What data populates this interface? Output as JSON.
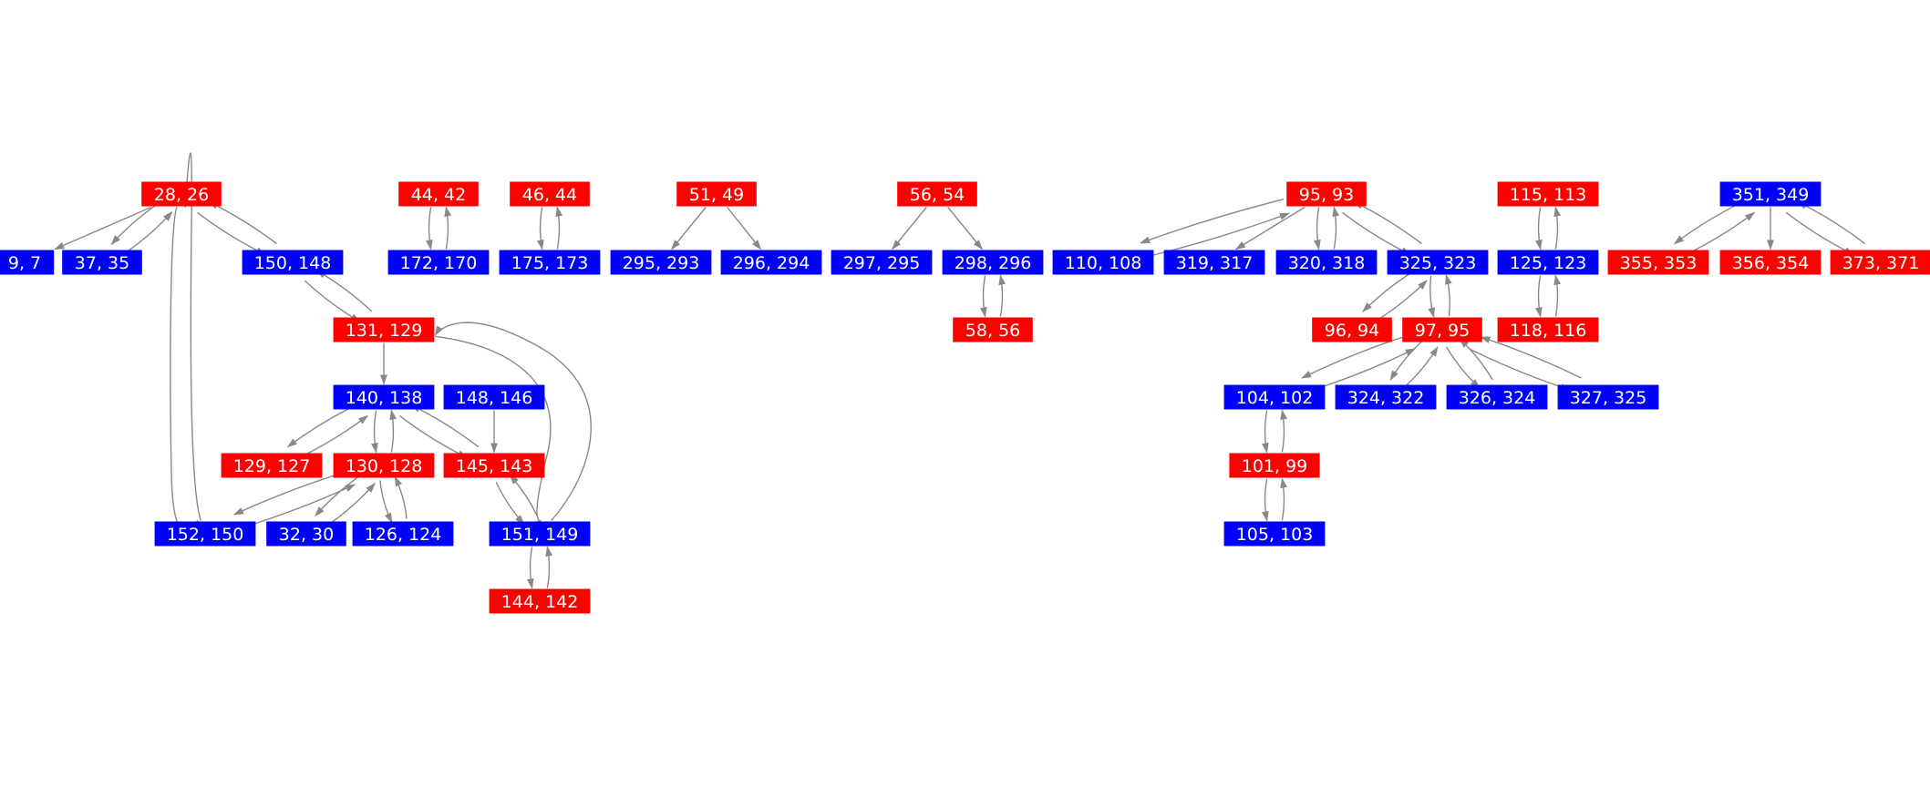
{
  "colors": {
    "red": "#ff0000",
    "blue": "#0000ff",
    "edge": "#888888",
    "label": "#ffffff"
  },
  "nodes": [
    {
      "id": "n28_26",
      "label": "28, 26",
      "color": "red"
    },
    {
      "id": "n9_7",
      "label": "9, 7",
      "color": "blue"
    },
    {
      "id": "n37_35",
      "label": "37, 35",
      "color": "blue"
    },
    {
      "id": "n150_148",
      "label": "150, 148",
      "color": "blue"
    },
    {
      "id": "n131_129",
      "label": "131, 129",
      "color": "red"
    },
    {
      "id": "n140_138",
      "label": "140, 138",
      "color": "blue"
    },
    {
      "id": "n148_146",
      "label": "148, 146",
      "color": "blue"
    },
    {
      "id": "n129_127",
      "label": "129, 127",
      "color": "red"
    },
    {
      "id": "n130_128",
      "label": "130, 128",
      "color": "red"
    },
    {
      "id": "n145_143",
      "label": "145, 143",
      "color": "red"
    },
    {
      "id": "n152_150",
      "label": "152, 150",
      "color": "blue"
    },
    {
      "id": "n32_30",
      "label": "32, 30",
      "color": "blue"
    },
    {
      "id": "n126_124",
      "label": "126, 124",
      "color": "blue"
    },
    {
      "id": "n151_149",
      "label": "151, 149",
      "color": "blue"
    },
    {
      "id": "n144_142",
      "label": "144, 142",
      "color": "red"
    },
    {
      "id": "n44_42",
      "label": "44, 42",
      "color": "red"
    },
    {
      "id": "n172_170",
      "label": "172, 170",
      "color": "blue"
    },
    {
      "id": "n46_44",
      "label": "46, 44",
      "color": "red"
    },
    {
      "id": "n175_173",
      "label": "175, 173",
      "color": "blue"
    },
    {
      "id": "n51_49",
      "label": "51, 49",
      "color": "red"
    },
    {
      "id": "n295_293",
      "label": "295, 293",
      "color": "blue"
    },
    {
      "id": "n296_294",
      "label": "296, 294",
      "color": "blue"
    },
    {
      "id": "n56_54",
      "label": "56, 54",
      "color": "red"
    },
    {
      "id": "n297_295",
      "label": "297, 295",
      "color": "blue"
    },
    {
      "id": "n298_296",
      "label": "298, 296",
      "color": "blue"
    },
    {
      "id": "n58_56",
      "label": "58, 56",
      "color": "red"
    },
    {
      "id": "n95_93",
      "label": "95, 93",
      "color": "red"
    },
    {
      "id": "n110_108",
      "label": "110, 108",
      "color": "blue"
    },
    {
      "id": "n319_317",
      "label": "319, 317",
      "color": "blue"
    },
    {
      "id": "n320_318",
      "label": "320, 318",
      "color": "blue"
    },
    {
      "id": "n325_323",
      "label": "325, 323",
      "color": "blue"
    },
    {
      "id": "n96_94",
      "label": "96, 94",
      "color": "red"
    },
    {
      "id": "n97_95",
      "label": "97, 95",
      "color": "red"
    },
    {
      "id": "n104_102",
      "label": "104, 102",
      "color": "blue"
    },
    {
      "id": "n324_322",
      "label": "324, 322",
      "color": "blue"
    },
    {
      "id": "n326_324",
      "label": "326, 324",
      "color": "blue"
    },
    {
      "id": "n327_325",
      "label": "327, 325",
      "color": "blue"
    },
    {
      "id": "n101_99",
      "label": "101, 99",
      "color": "red"
    },
    {
      "id": "n105_103",
      "label": "105, 103",
      "color": "blue"
    },
    {
      "id": "n115_113",
      "label": "115, 113",
      "color": "red"
    },
    {
      "id": "n125_123",
      "label": "125, 123",
      "color": "blue"
    },
    {
      "id": "n118_116",
      "label": "118, 116",
      "color": "red"
    },
    {
      "id": "n351_349",
      "label": "351, 349",
      "color": "blue"
    },
    {
      "id": "n355_353",
      "label": "355, 353",
      "color": "red"
    },
    {
      "id": "n356_354",
      "label": "356, 354",
      "color": "red"
    },
    {
      "id": "n373_371",
      "label": "373, 371",
      "color": "red"
    }
  ],
  "edges": [
    [
      "n28_26",
      "n9_7"
    ],
    [
      "n28_26",
      "n37_35"
    ],
    [
      "n37_35",
      "n28_26"
    ],
    [
      "n28_26",
      "n150_148"
    ],
    [
      "n150_148",
      "n28_26"
    ],
    [
      "n28_26",
      "n152_150"
    ],
    [
      "n152_150",
      "n28_26"
    ],
    [
      "n150_148",
      "n131_129"
    ],
    [
      "n131_129",
      "n150_148"
    ],
    [
      "n131_129",
      "n140_138"
    ],
    [
      "n131_129",
      "n151_149"
    ],
    [
      "n151_149",
      "n131_129"
    ],
    [
      "n140_138",
      "n129_127"
    ],
    [
      "n129_127",
      "n140_138"
    ],
    [
      "n140_138",
      "n130_128"
    ],
    [
      "n130_128",
      "n140_138"
    ],
    [
      "n140_138",
      "n145_143"
    ],
    [
      "n145_143",
      "n140_138"
    ],
    [
      "n148_146",
      "n145_143"
    ],
    [
      "n130_128",
      "n152_150"
    ],
    [
      "n152_150",
      "n130_128"
    ],
    [
      "n130_128",
      "n32_30"
    ],
    [
      "n32_30",
      "n130_128"
    ],
    [
      "n130_128",
      "n126_124"
    ],
    [
      "n126_124",
      "n130_128"
    ],
    [
      "n145_143",
      "n151_149"
    ],
    [
      "n151_149",
      "n145_143"
    ],
    [
      "n151_149",
      "n144_142"
    ],
    [
      "n144_142",
      "n151_149"
    ],
    [
      "n44_42",
      "n172_170"
    ],
    [
      "n172_170",
      "n44_42"
    ],
    [
      "n46_44",
      "n175_173"
    ],
    [
      "n175_173",
      "n46_44"
    ],
    [
      "n51_49",
      "n295_293"
    ],
    [
      "n51_49",
      "n296_294"
    ],
    [
      "n56_54",
      "n297_295"
    ],
    [
      "n56_54",
      "n298_296"
    ],
    [
      "n298_296",
      "n58_56"
    ],
    [
      "n58_56",
      "n298_296"
    ],
    [
      "n95_93",
      "n110_108"
    ],
    [
      "n110_108",
      "n95_93"
    ],
    [
      "n95_93",
      "n319_317"
    ],
    [
      "n95_93",
      "n320_318"
    ],
    [
      "n320_318",
      "n95_93"
    ],
    [
      "n95_93",
      "n325_323"
    ],
    [
      "n325_323",
      "n95_93"
    ],
    [
      "n325_323",
      "n96_94"
    ],
    [
      "n96_94",
      "n325_323"
    ],
    [
      "n325_323",
      "n97_95"
    ],
    [
      "n97_95",
      "n325_323"
    ],
    [
      "n97_95",
      "n104_102"
    ],
    [
      "n104_102",
      "n97_95"
    ],
    [
      "n97_95",
      "n324_322"
    ],
    [
      "n324_322",
      "n97_95"
    ],
    [
      "n97_95",
      "n326_324"
    ],
    [
      "n326_324",
      "n97_95"
    ],
    [
      "n97_95",
      "n327_325"
    ],
    [
      "n327_325",
      "n97_95"
    ],
    [
      "n104_102",
      "n101_99"
    ],
    [
      "n101_99",
      "n104_102"
    ],
    [
      "n101_99",
      "n105_103"
    ],
    [
      "n105_103",
      "n101_99"
    ],
    [
      "n115_113",
      "n125_123"
    ],
    [
      "n125_123",
      "n115_113"
    ],
    [
      "n125_123",
      "n118_116"
    ],
    [
      "n118_116",
      "n125_123"
    ],
    [
      "n351_349",
      "n355_353"
    ],
    [
      "n355_353",
      "n351_349"
    ],
    [
      "n351_349",
      "n356_354"
    ],
    [
      "n351_349",
      "n373_371"
    ],
    [
      "n373_371",
      "n351_349"
    ]
  ]
}
